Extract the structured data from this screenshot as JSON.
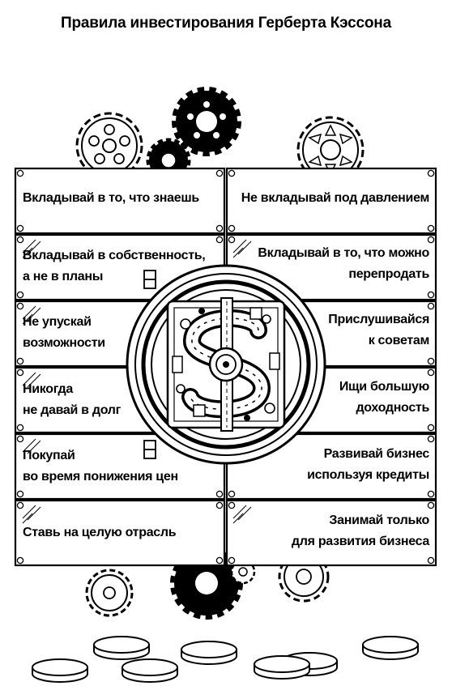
{
  "title": "Правила инвестирования Герберта Кэссона",
  "rules": {
    "left": [
      {
        "lines": [
          "Вкладывай в то, что знаешь"
        ]
      },
      {
        "lines": [
          "Вкладывай в собственность,",
          "а не в планы"
        ]
      },
      {
        "lines": [
          "Не упускай",
          "возможности"
        ]
      },
      {
        "lines": [
          "Никогда",
          "не давай в долг"
        ]
      },
      {
        "lines": [
          "Покупай",
          "во время понижения цен"
        ]
      },
      {
        "lines": [
          "Ставь на целую отрасль"
        ]
      }
    ],
    "right": [
      {
        "lines": [
          "Не вкладывай под давлением"
        ]
      },
      {
        "lines": [
          "Вкладывай в то, что можно",
          "перепродать"
        ]
      },
      {
        "lines": [
          "Прислушивайся",
          "к советам"
        ]
      },
      {
        "lines": [
          "Ищи большую",
          "доходность"
        ]
      },
      {
        "lines": [
          "Развивай бизнес",
          "используя кредиты"
        ]
      },
      {
        "lines": [
          "Занимай только",
          "для развития бизнеса"
        ]
      }
    ]
  },
  "icons": {
    "center": "vault-dollar-icon",
    "background": "gear-icon",
    "bottom": "coin-icon"
  },
  "colors": {
    "stroke": "#000000",
    "fill": "#ffffff"
  }
}
